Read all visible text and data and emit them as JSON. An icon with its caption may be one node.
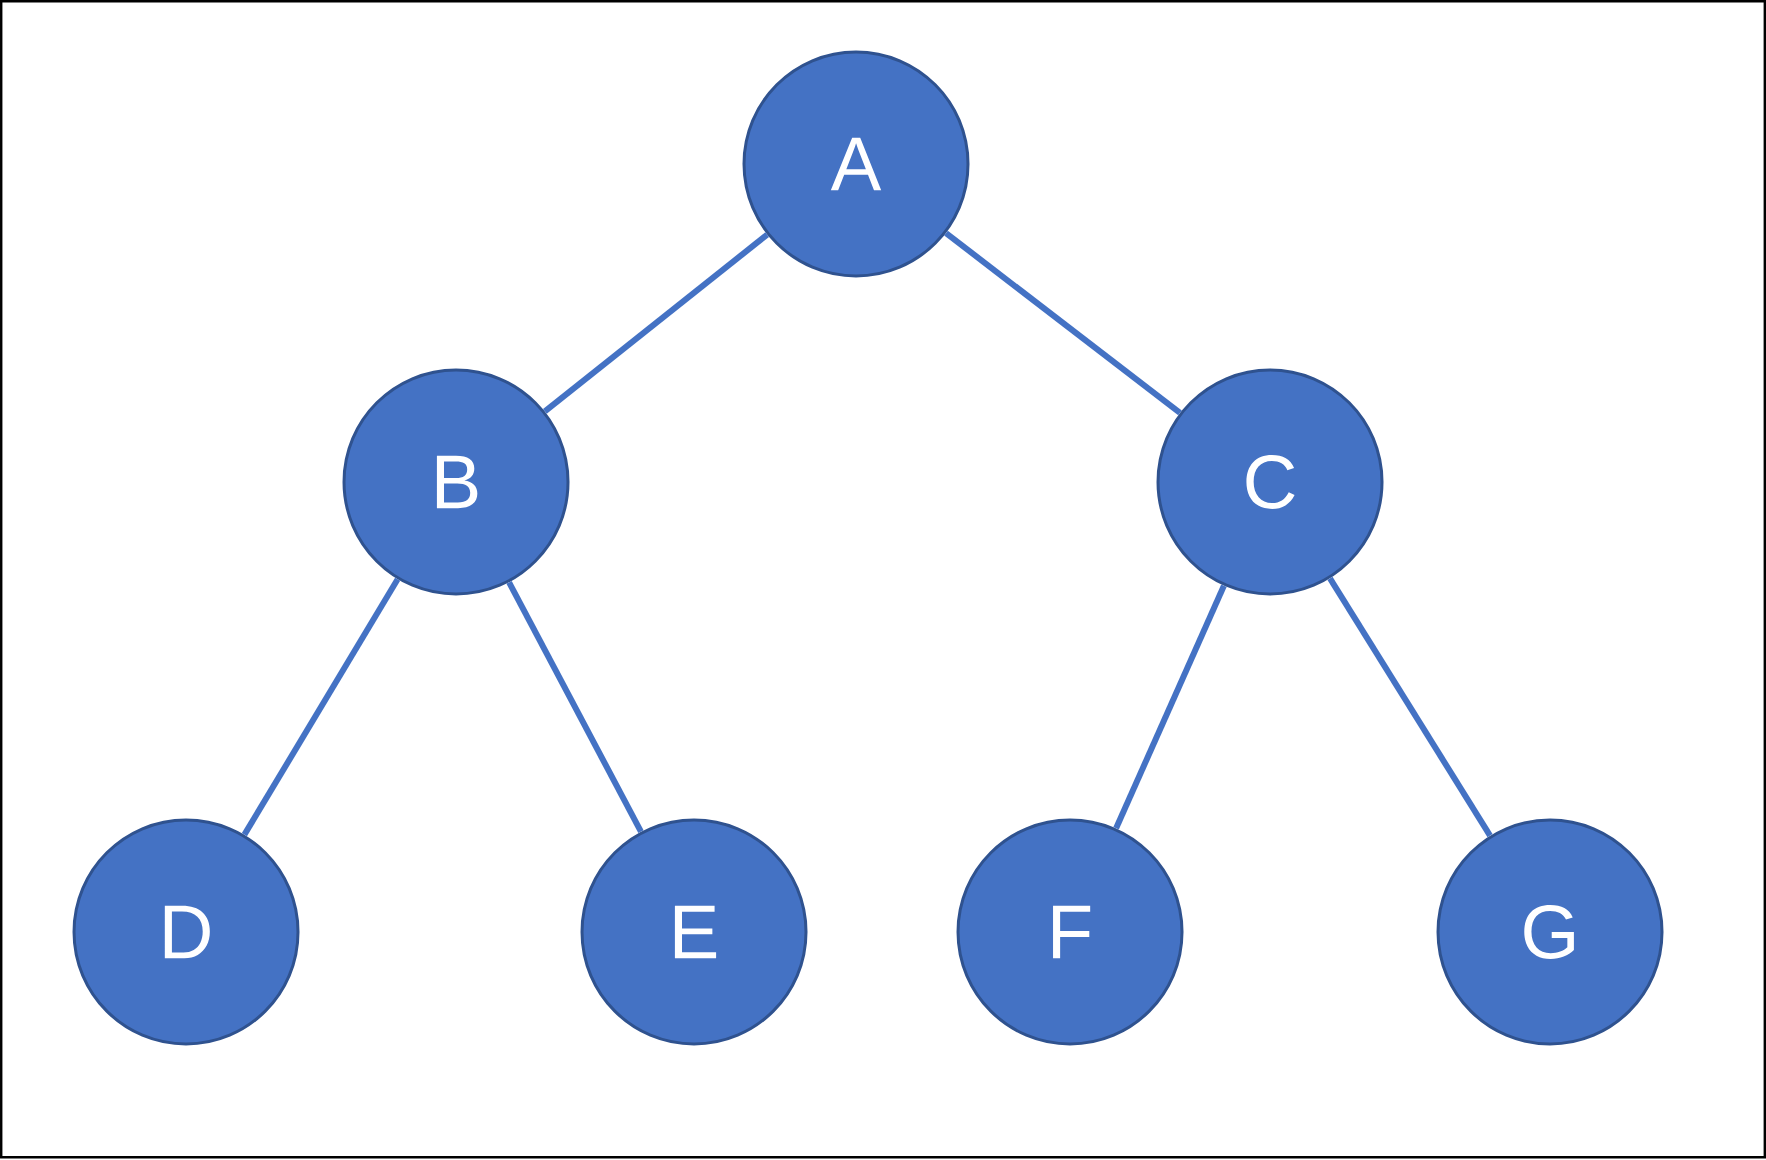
{
  "diagram": {
    "nodes": [
      {
        "text": [
          "A"
        ]
      },
      {
        "text": [
          "B"
        ]
      },
      {
        "text": [
          "C"
        ]
      },
      {
        "text": [
          "D"
        ]
      },
      {
        "text": [
          "E"
        ]
      },
      {
        "text": [
          "F"
        ]
      },
      {
        "text": [
          "G"
        ]
      }
    ],
    "edges": [
      {
        "from": 0,
        "to": 1,
        "arrow": "none"
      },
      {
        "from": 0,
        "to": 2,
        "arrow": "none"
      },
      {
        "from": 1,
        "to": 3,
        "arrow": "none"
      },
      {
        "from": 1,
        "to": 4,
        "arrow": "none"
      },
      {
        "from": 2,
        "to": 5,
        "arrow": "none"
      },
      {
        "from": 2,
        "to": 6,
        "arrow": "none"
      }
    ]
  }
}
